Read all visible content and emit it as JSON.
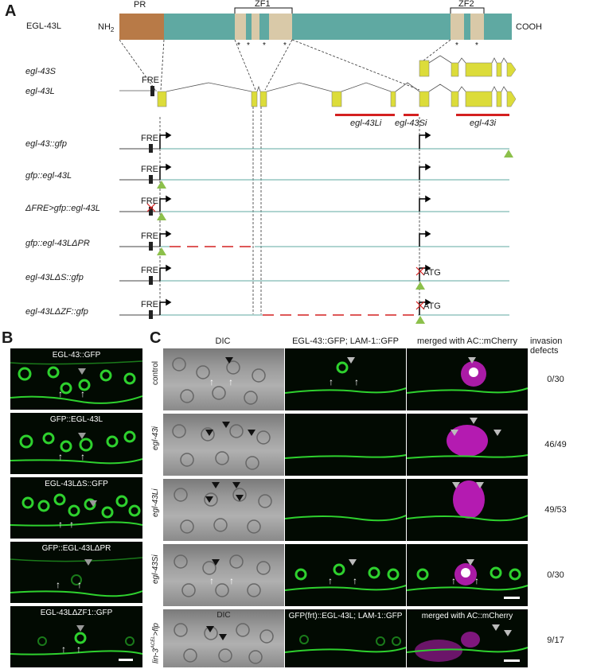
{
  "panels": {
    "a": "A",
    "b": "B",
    "c": "C"
  },
  "protein": {
    "name": "EGL-43L",
    "n_term": "NH",
    "n_term_sub": "2",
    "c_term": "COOH",
    "domains": {
      "pr": "PR",
      "zf1": "ZF1",
      "zf2": "ZF2"
    },
    "star": "*"
  },
  "gene": {
    "isoform_s": "egl-43S",
    "isoform_l": "egl-43L",
    "fre": "FRE",
    "rnai": {
      "l": "egl-43Li",
      "s": "egl-43Si",
      "all": "egl-43i"
    }
  },
  "constructs": [
    {
      "name": "egl-43::gfp"
    },
    {
      "name": "gfp::egl-43L"
    },
    {
      "name": "ΔFRE>gfp::egl-43L"
    },
    {
      "name": "gfp::egl-43LΔPR"
    },
    {
      "name": "egl-43LΔS::gfp",
      "atg": "ATG"
    },
    {
      "name": "egl-43LΔZF::gfp",
      "atg": "ATG"
    }
  ],
  "panel_b": {
    "images": [
      {
        "caption": "EGL-43::GFP"
      },
      {
        "caption": "GFP::EGL-43L"
      },
      {
        "caption": "EGL-43LΔS::GFP"
      },
      {
        "caption": "GFP::EGL-43LΔPR"
      },
      {
        "caption": "EGL-43LΔZF1::GFP"
      }
    ]
  },
  "panel_c": {
    "columns": {
      "dic": "DIC",
      "gfp": "EGL-43::GFP; LAM-1::GFP",
      "merged": "merged with AC::mCherry",
      "defects": "invasion defects"
    },
    "rows": [
      {
        "label": "control",
        "score": "0/30"
      },
      {
        "label": "egl-43i",
        "score": "46/49"
      },
      {
        "label": "egl-43Li",
        "score": "49/53"
      },
      {
        "label": "egl-43Si",
        "score": "0/30"
      },
      {
        "label": "lin-3ACEL>flp",
        "label_main": "lin-3",
        "label_sup": "ACEL",
        "label_tail": ">flp",
        "score": "9/17",
        "dic_caption": "DIC",
        "gfp_caption": "GFP(frt)::EGL-43L; LAM-1::GFP",
        "merged_caption": "merged with AC::mCherry"
      }
    ]
  },
  "colors": {
    "protein_body": "#5fa9a2",
    "pr_domain": "#b87a47",
    "zinc_finger": "#d9c9a8",
    "exon": "#dcdc3a",
    "rnai_bar": "#d42020",
    "construct_line": "#5fa9a2",
    "gfp_marker": "#8cc04b",
    "micro_green": "#2ed12e",
    "magenta": "#d41fd0"
  }
}
